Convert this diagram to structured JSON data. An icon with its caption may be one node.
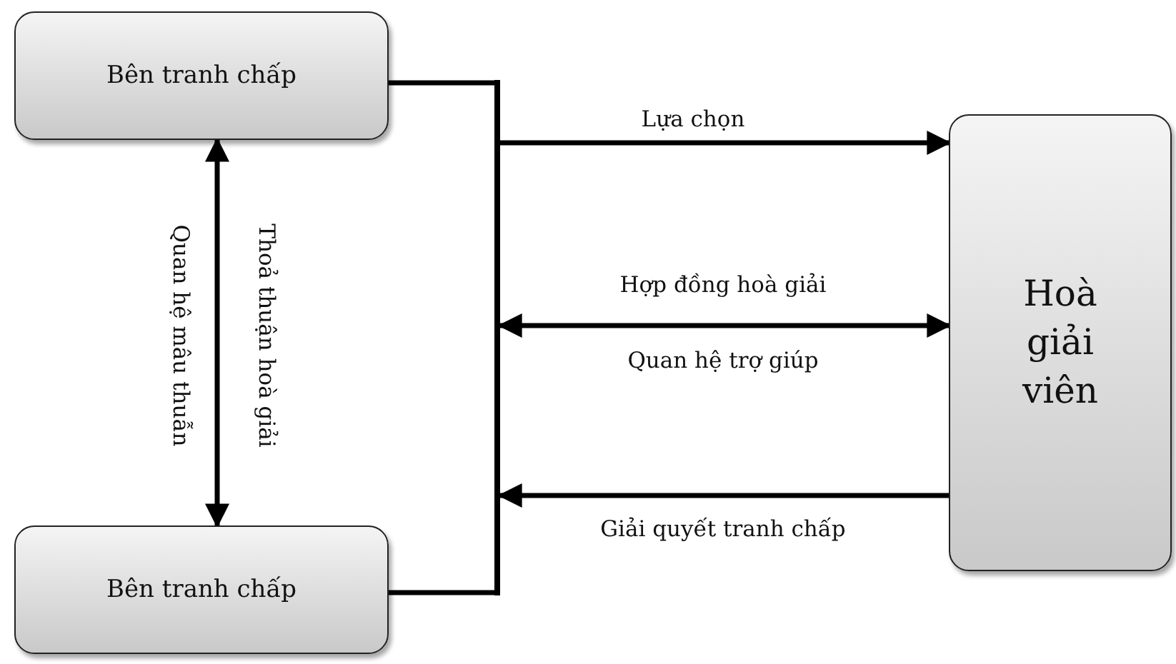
{
  "diagram": {
    "nodes": [
      {
        "text": [
          "Bên tranh chấp"
        ]
      },
      {
        "text": [
          "Bên tranh chấp"
        ]
      },
      {
        "text": [
          "Hoà giải viên"
        ]
      },
      {
        "text": [],
        "shape": "bar"
      }
    ],
    "edges": [
      {
        "from": 0,
        "to": 3,
        "arrow": "none"
      },
      {
        "from": 1,
        "to": 3,
        "arrow": "none"
      },
      {
        "from": 3,
        "to": 2,
        "arrow": "to",
        "label": "Lựa chọn"
      },
      {
        "from": 3,
        "to": 2,
        "arrow": "both",
        "label": "Hợp đồng hoà giải"
      },
      {
        "from": 2,
        "to": 3,
        "arrow": "to",
        "label": "Giải quyết tranh chấp"
      },
      {
        "from": 0,
        "to": 1,
        "arrow": "both",
        "label": "Quan hệ mâu thuẫn"
      }
    ],
    "labels": [
      "Quan hệ trợ giúp",
      "Thoả thuận hoà giải"
    ]
  }
}
